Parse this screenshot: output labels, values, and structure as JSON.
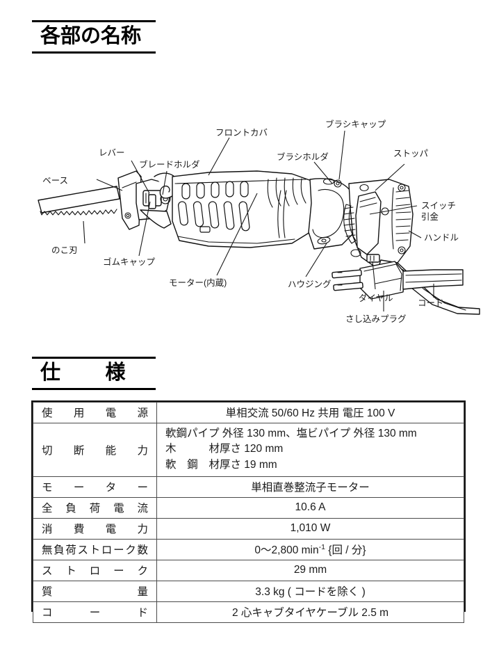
{
  "page": {
    "language": "ja",
    "document_type": "product-manual-page"
  },
  "sections": {
    "parts_names": {
      "heading": "各部の名称"
    },
    "specifications": {
      "heading": "仕        様"
    }
  },
  "diagram": {
    "name": "reciprocating-saw-exploded-labels",
    "labels": [
      {
        "id": "front-cover",
        "text": "フロントカバ"
      },
      {
        "id": "brush-cap",
        "text": "ブラシキャップ"
      },
      {
        "id": "brush-holder",
        "text": "ブラシホルダ"
      },
      {
        "id": "stopper",
        "text": "ストッパ"
      },
      {
        "id": "lever",
        "text": "レバー"
      },
      {
        "id": "blade-holder",
        "text": "ブレードホルダ"
      },
      {
        "id": "base",
        "text": "ベース"
      },
      {
        "id": "switch-trigger-1",
        "text": "スイッチ"
      },
      {
        "id": "switch-trigger-2",
        "text": "引金"
      },
      {
        "id": "handle",
        "text": "ハンドル"
      },
      {
        "id": "saw-blade",
        "text": "のこ刃"
      },
      {
        "id": "rubber-cap",
        "text": "ゴムキャップ"
      },
      {
        "id": "motor",
        "text": "モーター(内蔵)"
      },
      {
        "id": "housing",
        "text": "ハウジング"
      },
      {
        "id": "dial",
        "text": "ダイヤル"
      },
      {
        "id": "cord",
        "text": "コード"
      },
      {
        "id": "plug",
        "text": "さし込みプラグ"
      }
    ]
  },
  "spec_table": {
    "rows": [
      {
        "id": "power-source",
        "label": "使用電源",
        "value": "単相交流 50/60 Hz 共用  電圧 100 V",
        "multiline": false
      },
      {
        "id": "cutting-capacity",
        "label": "切断能力",
        "multiline": true,
        "lines": [
          {
            "material": "",
            "text": "軟鋼パイプ  外径 130 mm、塩ビパイプ  外径 130 mm",
            "plain": true
          },
          {
            "material": "木材",
            "text": "厚さ 120 mm",
            "plain": false
          },
          {
            "material": "軟鋼材",
            "text": "厚さ  19 mm",
            "plain": false
          }
        ]
      },
      {
        "id": "motor",
        "label": "モーター",
        "value": "単相直巻整流子モーター",
        "multiline": false
      },
      {
        "id": "full-load-current",
        "label": "全負荷電流",
        "value": "10.6 A",
        "multiline": false
      },
      {
        "id": "power-consumption",
        "label": "消費電力",
        "value": "1,010 W",
        "multiline": false
      },
      {
        "id": "no-load-stroke-rate",
        "label": "無負荷ストローク数",
        "value": "0～2,800 min⁻¹ {回 / 分}",
        "multiline": false,
        "has_superscript": true,
        "value_prefix": "0～2,800 min",
        "value_exponent": "-1",
        "value_suffix": " {回 / 分}"
      },
      {
        "id": "stroke-length",
        "label": "ストローク",
        "value": "29 mm",
        "multiline": false
      },
      {
        "id": "weight",
        "label": "質量",
        "value": "3.3 kg ( コードを除く )",
        "multiline": false
      },
      {
        "id": "cord",
        "label": "コード",
        "value": "2 心キャブタイヤケーブル 2.5 m",
        "multiline": false
      }
    ]
  },
  "colors": {
    "ink": "#1a1a1a",
    "rule": "#4a4a4a",
    "frame": "#111111",
    "background": "#ffffff"
  }
}
